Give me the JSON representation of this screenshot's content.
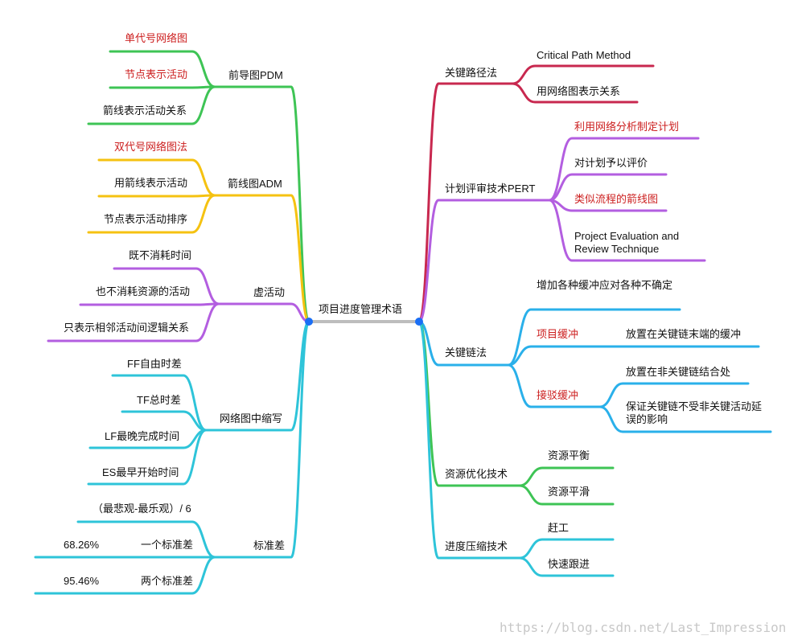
{
  "root": "项目进度管理术语",
  "colors": {
    "green": "#3ec455",
    "yellow": "#f5c211",
    "purple": "#b35ee0",
    "cyan": "#2ec4d9",
    "crimson": "#c8284f",
    "blue": "#2ab0ea",
    "gray": "#bdbdbd",
    "node": "#1a6ef5",
    "red_text": "#cc1f1f"
  },
  "left": {
    "pdm": {
      "label": "前导图PDM",
      "children": [
        "单代号网络图",
        "节点表示活动",
        "箭线表示活动关系"
      ]
    },
    "adm": {
      "label": "箭线图ADM",
      "children": [
        "双代号网络图法",
        "用箭线表示活动",
        "节点表示活动排序"
      ]
    },
    "dummy": {
      "label": "虚活动",
      "children": [
        "既不消耗时间",
        "也不消耗资源的活动",
        "只表示相邻活动间逻辑关系"
      ]
    },
    "abbr": {
      "label": "网络图中缩写",
      "children": [
        "FF自由时差",
        "TF总时差",
        "LF最晚完成时间",
        "ES最早开始时间"
      ]
    },
    "std": {
      "label": "标准差",
      "formula": "（最悲观-最乐观）/ 6",
      "rows": [
        {
          "pct": "68.26%",
          "text": "一个标准差"
        },
        {
          "pct": "95.46%",
          "text": "两个标准差"
        }
      ]
    }
  },
  "right": {
    "cpm": {
      "label": "关键路径法",
      "children": [
        "Critical Path Method",
        "用网络图表示关系"
      ]
    },
    "pert": {
      "label": "计划评审技术PERT",
      "children": [
        "利用网络分析制定计划",
        "对计划予以评价",
        "类似流程的箭线图",
        "Project Evaluation and Review Technique"
      ]
    },
    "ccm": {
      "label": "关键链法",
      "first": "增加各种缓冲应对各种不确定",
      "project_buffer": {
        "label": "项目缓冲",
        "child": "放置在关键链末端的缓冲"
      },
      "feeding_buffer": {
        "label": "接驳缓冲",
        "children": [
          "放置在非关键链结合处",
          "保证关键链不受非关键活动延误的影响"
        ]
      }
    },
    "resource": {
      "label": "资源优化技术",
      "children": [
        "资源平衡",
        "资源平滑"
      ]
    },
    "compress": {
      "label": "进度压缩技术",
      "children": [
        "赶工",
        "快速跟进"
      ]
    }
  },
  "watermark": "https://blog.csdn.net/Last_Impression"
}
